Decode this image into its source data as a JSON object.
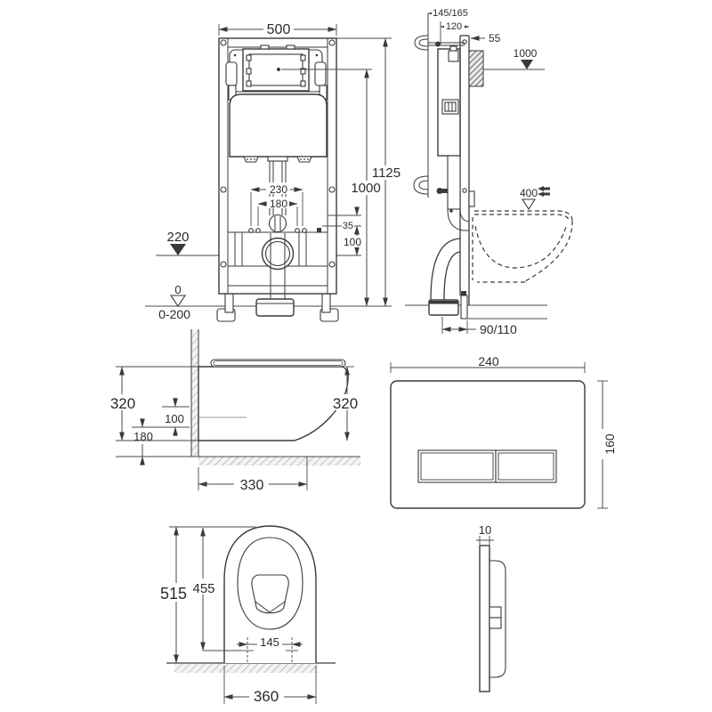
{
  "drawing_type": "wall-hung toilet concealed frame installation drawing",
  "colors": {
    "ink": "#3a3a3a",
    "dim_ink": "#4a4a4a",
    "background": "#ffffff",
    "hatch_light": "#9a9a9a"
  },
  "views": {
    "frame_front": {
      "label_width": "500",
      "label_height_total": "1125",
      "label_height_button": "1000",
      "label_studs_outer": "230",
      "label_studs_inner": "180",
      "label_rail_offset": "35",
      "label_outlet_offset": "100",
      "label_outlet_level": "220",
      "label_floor_level": "0",
      "label_floor_range": "0-200"
    },
    "frame_side": {
      "label_pipe_depth": "145/165",
      "label_frame_depth": "120",
      "label_plate_recess": "55",
      "label_button_level": "1000",
      "label_seat_height": "400",
      "label_outlet_depth": "90/110"
    },
    "pan_side": {
      "label_height_left": "320",
      "label_inlet_gap": "100",
      "label_outlet_height": "180",
      "label_height_right": "320",
      "label_depth": "330"
    },
    "plate_front": {
      "label_width": "240",
      "label_height": "160"
    },
    "pan_top": {
      "label_depth_total": "515",
      "label_depth_inner": "455",
      "label_bolt_spacing": "145",
      "label_width": "360"
    },
    "plate_side": {
      "label_thickness": "10"
    }
  }
}
